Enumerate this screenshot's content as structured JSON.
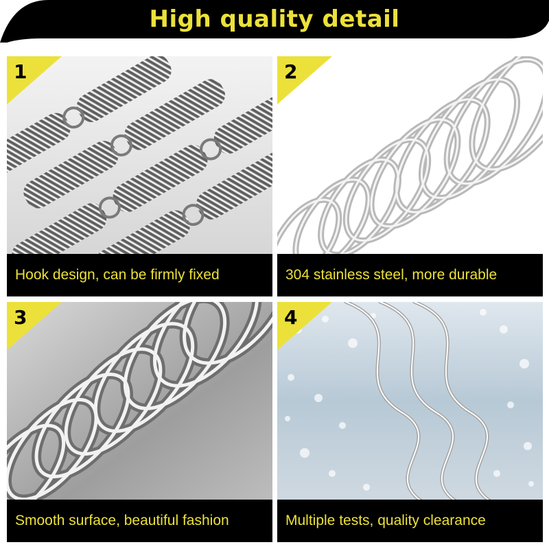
{
  "banner": {
    "title": "High quality detail"
  },
  "colors": {
    "accent": "#ece13a",
    "caption_bg": "#000000",
    "banner_bg": "#000000"
  },
  "panels": [
    {
      "number": "1",
      "caption": "Hook design, can be firmly fixed"
    },
    {
      "number": "2",
      "caption": "304 stainless steel, more durable"
    },
    {
      "number": "3",
      "caption": "Smooth surface, beautiful fashion"
    },
    {
      "number": "4",
      "caption": "Multiple tests, quality clearance"
    }
  ]
}
